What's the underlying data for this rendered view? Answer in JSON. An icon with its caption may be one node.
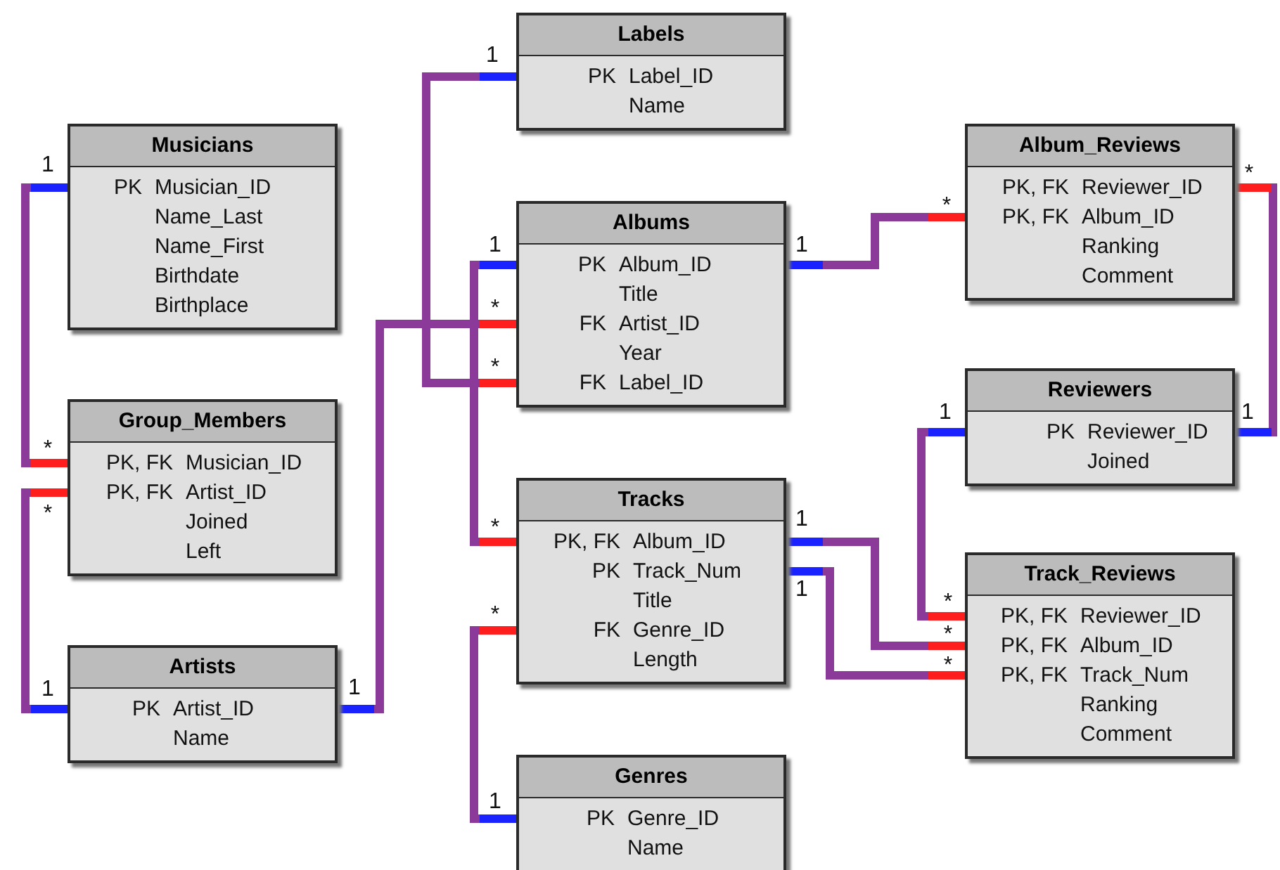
{
  "diagram": {
    "nodes": [
      {
        "text": [
          "Musicians"
        ]
      },
      {
        "text": [
          "PK",
          "Musician_ID"
        ],
        "in": 0
      },
      {
        "text": [
          "Name_Last"
        ],
        "in": 0
      },
      {
        "text": [
          "Name_First"
        ],
        "in": 0
      },
      {
        "text": [
          "Birthdate"
        ],
        "in": 0
      },
      {
        "text": [
          "Birthplace"
        ],
        "in": 0
      },
      {
        "text": [
          "Group_Members"
        ]
      },
      {
        "text": [
          "PK, FK",
          "Musician_ID"
        ],
        "in": 6
      },
      {
        "text": [
          "PK, FK",
          "Artist_ID"
        ],
        "in": 6
      },
      {
        "text": [
          "Joined"
        ],
        "in": 6
      },
      {
        "text": [
          "Left"
        ],
        "in": 6
      },
      {
        "text": [
          "Artists"
        ]
      },
      {
        "text": [
          "PK",
          "Artist_ID"
        ],
        "in": 11
      },
      {
        "text": [
          "Name"
        ],
        "in": 11
      },
      {
        "text": [
          "Labels"
        ]
      },
      {
        "text": [
          "PK",
          "Label_ID"
        ],
        "in": 14
      },
      {
        "text": [
          "Name"
        ],
        "in": 14
      },
      {
        "text": [
          "Albums"
        ]
      },
      {
        "text": [
          "PK",
          "Album_ID"
        ],
        "in": 17
      },
      {
        "text": [
          "Title"
        ],
        "in": 17
      },
      {
        "text": [
          "FK",
          "Artist_ID"
        ],
        "in": 17
      },
      {
        "text": [
          "Year"
        ],
        "in": 17
      },
      {
        "text": [
          "FK",
          "Label_ID"
        ],
        "in": 17
      },
      {
        "text": [
          "Tracks"
        ]
      },
      {
        "text": [
          "PK, FK",
          "Album_ID"
        ],
        "in": 23
      },
      {
        "text": [
          "PK",
          "Track_Num"
        ],
        "in": 23
      },
      {
        "text": [
          "Title"
        ],
        "in": 23
      },
      {
        "text": [
          "FK",
          "Genre_ID"
        ],
        "in": 23
      },
      {
        "text": [
          "Length"
        ],
        "in": 23
      },
      {
        "text": [
          "Genres"
        ]
      },
      {
        "text": [
          "PK",
          "Genre_ID"
        ],
        "in": 29
      },
      {
        "text": [
          "Name"
        ],
        "in": 29
      },
      {
        "text": [
          "Album_Reviews"
        ]
      },
      {
        "text": [
          "PK, FK",
          "Reviewer_ID"
        ],
        "in": 32
      },
      {
        "text": [
          "PK, FK",
          "Album_ID"
        ],
        "in": 32
      },
      {
        "text": [
          "Ranking"
        ],
        "in": 32
      },
      {
        "text": [
          "Comment"
        ],
        "in": 32
      },
      {
        "text": [
          "Reviewers"
        ]
      },
      {
        "text": [
          "PK",
          "Reviewer_ID"
        ],
        "in": 37
      },
      {
        "text": [
          "Joined"
        ],
        "in": 37
      },
      {
        "text": [
          "Track_Reviews"
        ]
      },
      {
        "text": [
          "PK, FK",
          "Reviewer_ID"
        ],
        "in": 40
      },
      {
        "text": [
          "PK, FK",
          "Album_ID"
        ],
        "in": 40
      },
      {
        "text": [
          "PK, FK",
          "Track_Num"
        ],
        "in": 40
      },
      {
        "text": [
          "Ranking"
        ],
        "in": 40
      },
      {
        "text": [
          "Comment"
        ],
        "in": 40
      }
    ],
    "edges": [
      {
        "from": 1,
        "to": 7,
        "arrow": "other"
      },
      {
        "from": 12,
        "to": 8,
        "arrow": "other"
      },
      {
        "from": 12,
        "to": 20,
        "arrow": "other"
      },
      {
        "from": 15,
        "to": 22,
        "arrow": "other"
      },
      {
        "from": 18,
        "to": 24,
        "arrow": "other"
      },
      {
        "from": 30,
        "to": 27,
        "arrow": "other"
      },
      {
        "from": 18,
        "to": 34,
        "arrow": "other"
      },
      {
        "from": 38,
        "to": 33,
        "arrow": "other"
      },
      {
        "from": 38,
        "to": 41,
        "arrow": "other"
      },
      {
        "from": 24,
        "to": 42,
        "arrow": "other"
      },
      {
        "from": 25,
        "to": 43,
        "arrow": "other"
      }
    ],
    "labels": [
      "1",
      "1",
      "*",
      "*",
      "1",
      "1",
      "*",
      "*",
      "1",
      "1",
      "*",
      "*",
      "*",
      "1",
      "1",
      "*",
      "*",
      "*",
      "*",
      "1",
      "1",
      "1"
    ]
  }
}
